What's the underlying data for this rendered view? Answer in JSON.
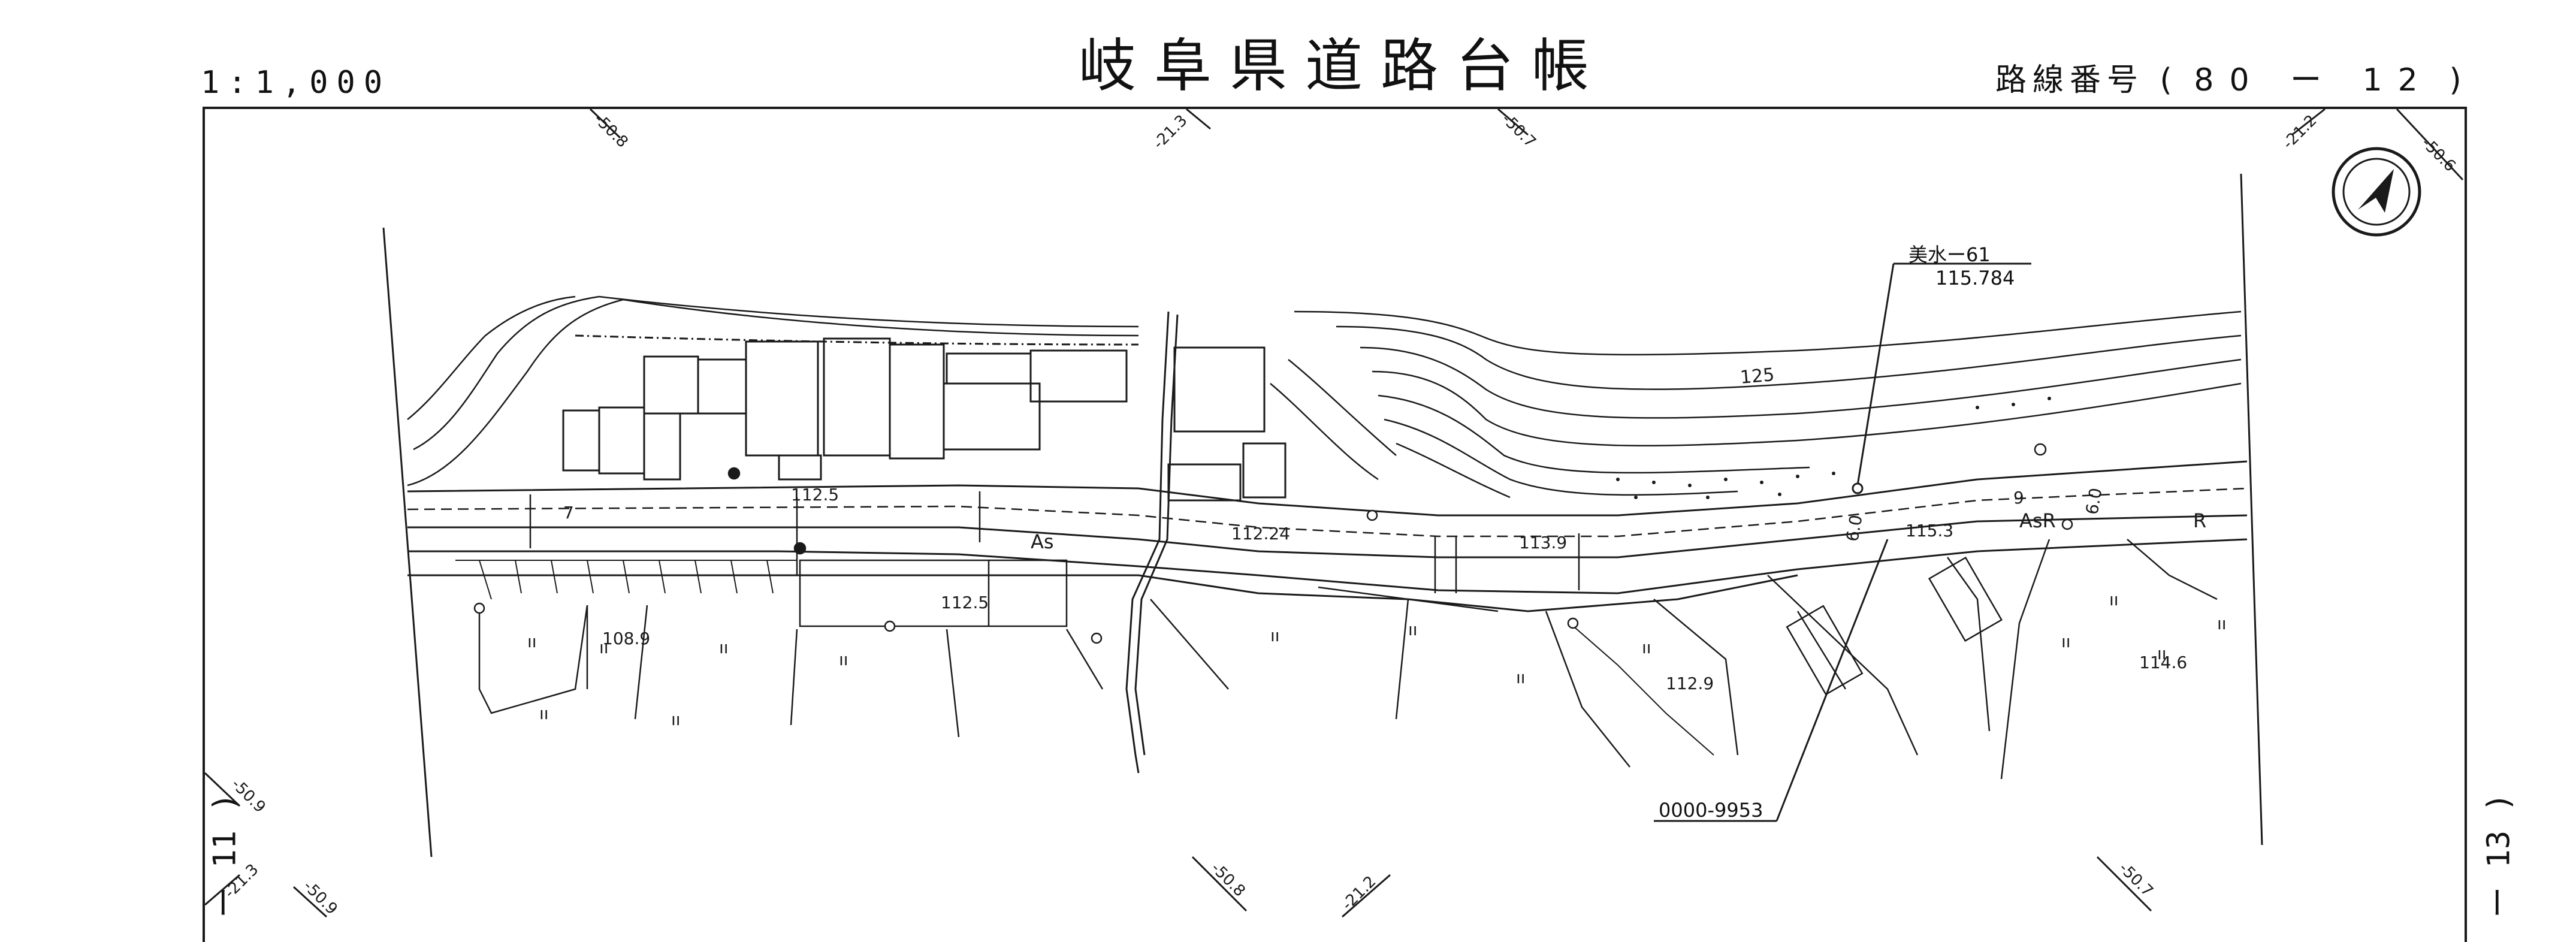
{
  "header": {
    "title": "岐阜県道路台帳",
    "scale": "1:1,000",
    "route_label": "路線番号",
    "route_open": "(",
    "route_number": "80 ー 12",
    "route_close": ")"
  },
  "side_labels": {
    "left": "ー 11 )",
    "right": "ー 13 )"
  },
  "grid_ticks": [
    "-50.8",
    "-21.3",
    "-50.7",
    "-21.2",
    "-50.6",
    "-50.9",
    "-21.3",
    "-50.9",
    "-50.8",
    "-21.2",
    "-50.7"
  ],
  "benchmark": {
    "name": "美水ー61",
    "elevation": "115.784"
  },
  "parcel_id": "0000-9953",
  "elevations": [
    "112.5",
    "112.24",
    "113.9",
    "112.5",
    "108.9",
    "112.9",
    "115.3",
    "114.6"
  ],
  "road_labels": [
    "As",
    "AsR",
    "R"
  ],
  "contour_label": "125",
  "lane_widths": [
    "7",
    "9",
    "6.0",
    "6.0"
  ],
  "colors": {
    "ink": "#1a1a1a",
    "paper": "#ffffff"
  }
}
